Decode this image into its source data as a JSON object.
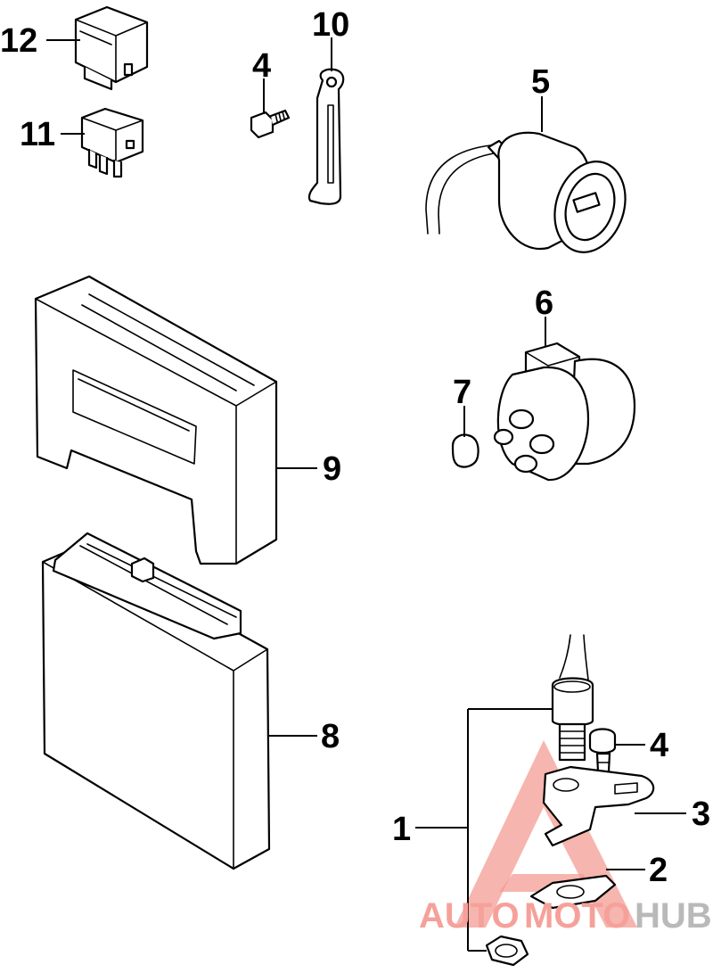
{
  "callouts": [
    {
      "id": "callout-12",
      "label": "12"
    },
    {
      "id": "callout-11",
      "label": "11"
    },
    {
      "id": "callout-4-top",
      "label": "4"
    },
    {
      "id": "callout-10",
      "label": "10"
    },
    {
      "id": "callout-5",
      "label": "5"
    },
    {
      "id": "callout-6",
      "label": "6"
    },
    {
      "id": "callout-7",
      "label": "7"
    },
    {
      "id": "callout-9",
      "label": "9"
    },
    {
      "id": "callout-8",
      "label": "8"
    },
    {
      "id": "callout-4-bottom",
      "label": "4"
    },
    {
      "id": "callout-3",
      "label": "3"
    },
    {
      "id": "callout-1",
      "label": "1"
    },
    {
      "id": "callout-2",
      "label": "2"
    }
  ],
  "watermark": {
    "part1": "AUTO",
    "part2": "MOTO",
    "part3": "HUB",
    "accent_color": "#f39c93",
    "secondary_color": "#b9b9b9"
  }
}
